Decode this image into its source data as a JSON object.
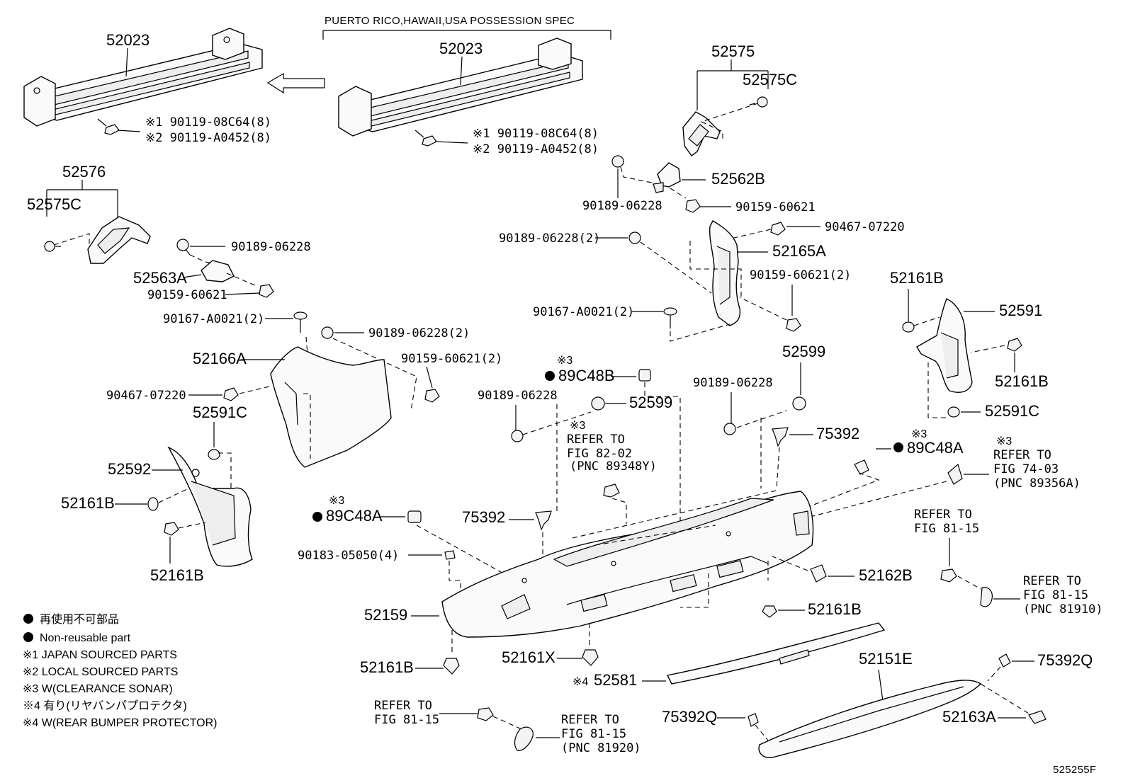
{
  "header": {
    "spec_note": "PUERTO RICO,HAWAII,USA POSSESSION SPEC",
    "figure_code": "525255F"
  },
  "parts": {
    "reinforcement_left": "52023",
    "reinforcement_right": "52023",
    "bolt_left_1": "※1 90119-08C64(8)",
    "bolt_left_2": "※2 90119-A0452(8)",
    "bolt_right_1": "※1 90119-08C64(8)",
    "bolt_right_2": "※2 90119-A0452(8)",
    "bracket_rh": "52575",
    "bracket_rh_c": "52575C",
    "bracket_lh": "52576",
    "bracket_lh_c": "52575C",
    "clip_90189_a": "90189-06228",
    "retainer_52563a": "52563A",
    "bolt_90159_a": "90159-60621",
    "screw_90167_a": "90167-A0021(2)",
    "clip_90189_b": "90189-06228(2)",
    "bolt_90159_b": "90159-60621(2)",
    "side_52166a": "52166A",
    "screw_90467_a": "90467-07220",
    "retainer_52591c_l": "52591C",
    "support_52592": "52592",
    "retainer_52161b_1": "52161B",
    "retainer_52161b_2": "52161B",
    "retainer_52562b": "52562B",
    "clip_90189_c": "90189-06228",
    "bolt_90159_c": "90159-60621",
    "clip_90189_d": "90189-06228(2)",
    "screw_90467_b": "90467-07220",
    "side_52165a": "52165A",
    "bolt_90159_d": "90159-60621(2)",
    "screw_90167_b": "90167-A0021(2)",
    "retainer_52161b_3": "52161B",
    "support_52591": "52591",
    "retainer_52161b_4": "52161B",
    "retainer_52591c_r": "52591C",
    "sonar_note_1": "※3",
    "sonar_89c48b": "89C48B",
    "clip_90189_e": "90189-06228",
    "nut_52599_a": "52599",
    "refer_8202_note": "※3",
    "refer_8202_a": "REFER TO",
    "refer_8202_b": "FIG 82-02",
    "refer_8202_c": "(PNC 89348Y)",
    "clip_90189_f": "90189-06228",
    "nut_52599_b": "52599",
    "clip_75392_a": "75392",
    "sonar_note_2": "※3",
    "sonar_89c48a_r": "89C48A",
    "refer_7403_note": "※3",
    "refer_7403_a": "REFER TO",
    "refer_7403_b": "FIG 74-03",
    "refer_7403_c": "(PNC 89356A)",
    "sonar_note_3": "※3",
    "sonar_89c48a_l": "89C48A",
    "clip_75392_b": "75392",
    "clip_90183": "90183-05050(4)",
    "cover_52159": "52159",
    "bracket_52162b": "52162B",
    "retainer_52161b_5": "52161B",
    "refer_8115_r_a": "REFER TO",
    "refer_8115_r_b": "FIG 81-15",
    "refer_81910_a": "REFER TO",
    "refer_81910_b": "FIG 81-15",
    "refer_81910_c": "(PNC 81910)",
    "retainer_52161b_6": "52161B",
    "retainer_52161x": "52161X",
    "protector_note": "※4",
    "protector_52581": "52581",
    "moulding_52151e": "52151E",
    "clip_75392q_a": "75392Q",
    "clip_75392q_b": "75392Q",
    "retainer_52163a": "52163A",
    "refer_8115_l_a": "REFER TO",
    "refer_8115_l_b": "FIG 81-15",
    "refer_81920_a": "REFER TO",
    "refer_81920_b": "FIG 81-15",
    "refer_81920_c": "(PNC 81920)"
  },
  "legend": {
    "jp_nonreusable": "再使用不可部品",
    "nonreusable": "Non-reusable part",
    "note1": "※1 JAPAN SOURCED PARTS",
    "note2": "※2 LOCAL SOURCED PARTS",
    "note3": "※3 W(CLEARANCE SONAR)",
    "note4_jp": "※4 有り(リヤバンパプロテクタ)",
    "note4": "※4 W(REAR BUMPER PROTECTOR)"
  }
}
